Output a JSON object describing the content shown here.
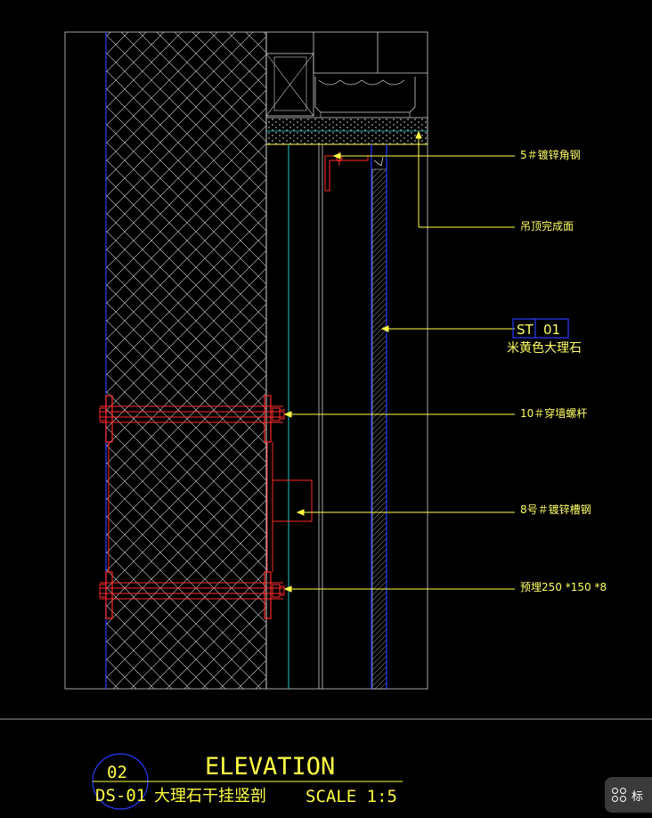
{
  "colors": {
    "background": "#000000",
    "wall_hatch": "#ffffff",
    "steel": "#ff2a2a",
    "leader": "#ffff44",
    "outline_blue": "#2c3cff",
    "teal": "#22c4c4"
  },
  "labels": {
    "angle_steel": "5＃镀锌角钢",
    "ceiling_finish": "吊顶完成面",
    "tag_code": "ST",
    "tag_number": "01",
    "marble": "米黄色大理石",
    "wall_bolt": "10＃穿墙螺杆",
    "channel_steel": "8号＃镀锌槽钢",
    "embedded_plate": "预埋250 *150 *8"
  },
  "title_block": {
    "number": "02",
    "title": "ELEVATION",
    "code": "DS-01",
    "description": "大理石干挂竖剖",
    "scale": "SCALE 1:5"
  },
  "fab": {
    "icon": "grid-apps-icon",
    "label": "标"
  }
}
